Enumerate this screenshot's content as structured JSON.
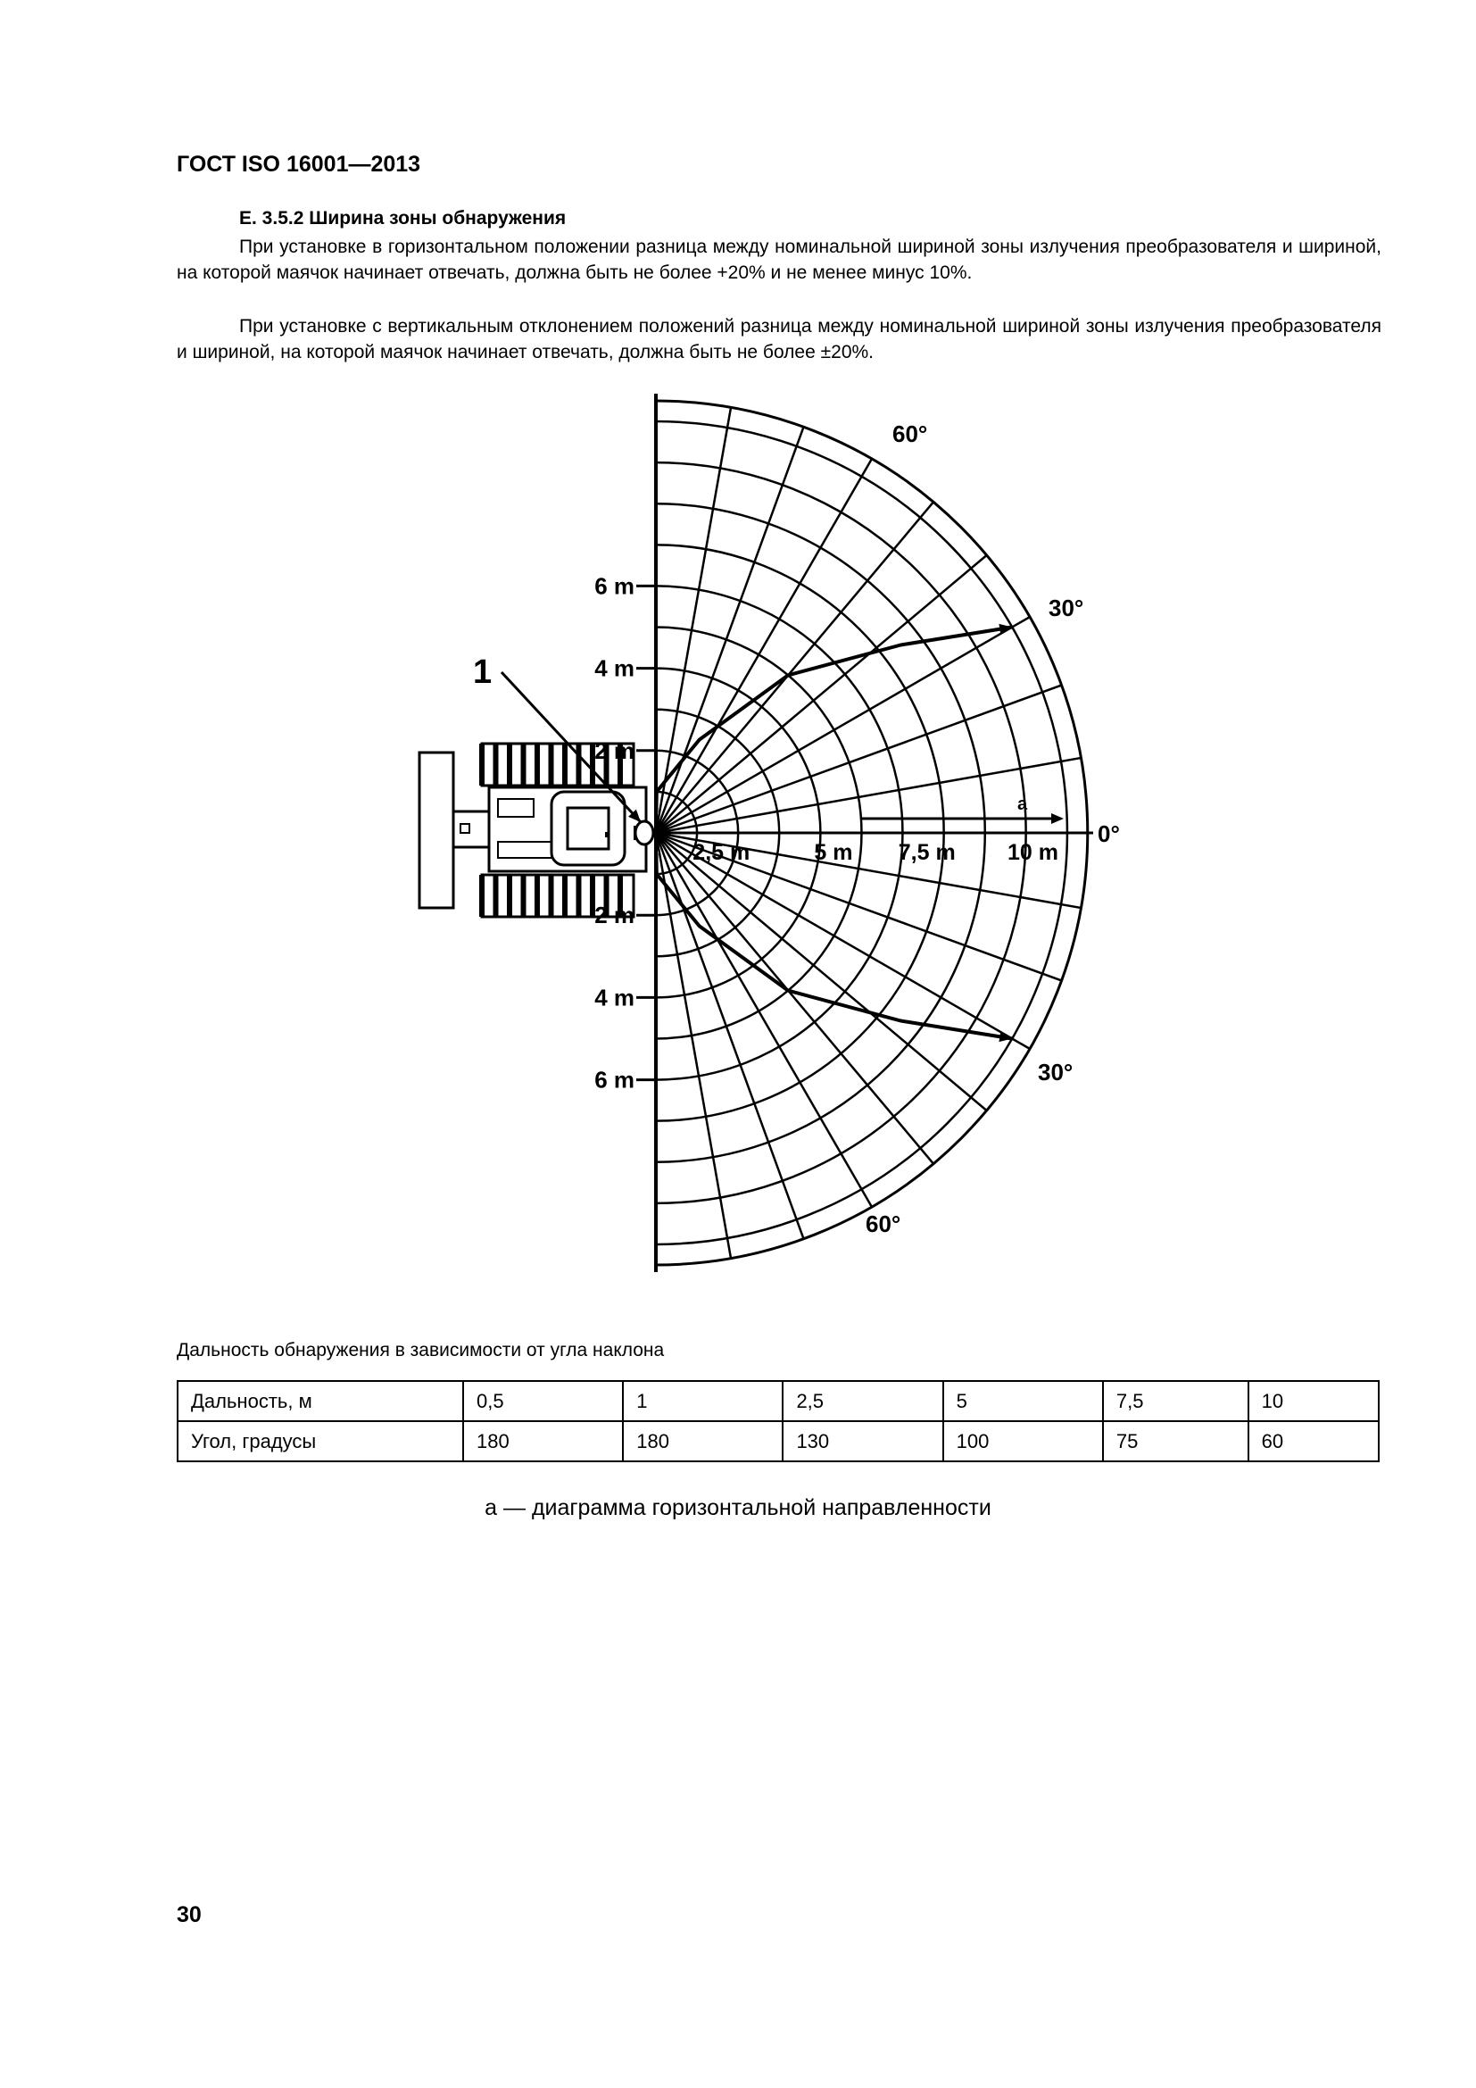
{
  "header": "ГОСТ ISO 16001—2013",
  "section": {
    "title": "Е. 3.5.2 Ширина зоны обнаружения",
    "paragraphs": [
      "При установке в горизонтальном положении разница между номинальной шириной зоны излучения преобразователя и шириной, на которой маячок начинает отвечать, должна быть не более +20% и не менее минус 10%.",
      "При установке с вертикальным отклонением положений разница между номинальной шириной зоны излучения преобразователя и шириной, на которой маячок начинает отвечать, должна быть не более ±20%."
    ]
  },
  "diagram": {
    "range_labels": [
      "2,5 m",
      "5 m",
      "7,5 m",
      "10 m"
    ],
    "side_labels": [
      "6 m",
      "4 m",
      "2 m",
      "2 m",
      "4 m",
      "6 m"
    ],
    "angle_labels": [
      "60°",
      "30°",
      "0°",
      "30°",
      "60°"
    ],
    "item_label": "1",
    "arrow_label": "a",
    "coverage": {
      "ranges_m": [
        0.5,
        1,
        2.5,
        5,
        7.5,
        10
      ],
      "full_angles_deg": [
        180,
        180,
        130,
        100,
        75,
        60
      ]
    }
  },
  "table": {
    "caption": "Дальность обнаружения в зависимости от угла наклона",
    "rows": [
      [
        "Дальность, м",
        "0,5",
        "1",
        "2,5",
        "5",
        "7,5",
        "10"
      ],
      [
        "Угол, градусы",
        "180",
        "180",
        "130",
        "100",
        "75",
        "60"
      ]
    ]
  },
  "legend": "a — диаграмма горизонтальной направленности",
  "page_number": "30"
}
